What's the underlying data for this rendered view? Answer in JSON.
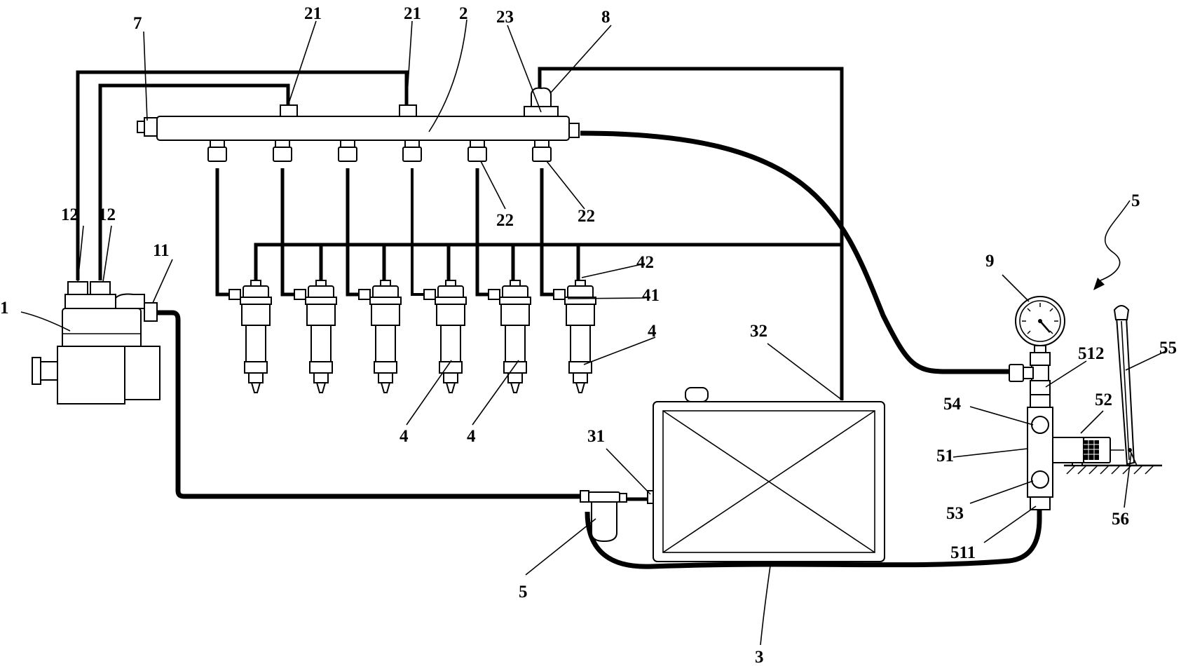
{
  "labels": {
    "pump": "1",
    "pump_outlet": "11",
    "pump_port_a": "12",
    "pump_port_b": "12",
    "rail": "2",
    "rail_inlet_a": "21",
    "rail_inlet_b": "21",
    "rail_outlet_a": "22",
    "rail_outlet_b": "22",
    "rail_valve_port": "23",
    "tank": "3",
    "tank_outlet": "31",
    "tank_return": "32",
    "injector_a": "4",
    "injector_b": "4",
    "injector_c": "4",
    "injector_inlet": "41",
    "injector_return": "42",
    "filter": "5",
    "hand_pump": "5",
    "pump_body": "51",
    "body_inlet": "511",
    "body_outlet": "512",
    "piston": "52",
    "check_valve_in": "53",
    "check_valve_out": "54",
    "lever": "55",
    "pivot": "56",
    "pressure_plug": "7",
    "pressure_valve": "8",
    "gauge": "9"
  }
}
